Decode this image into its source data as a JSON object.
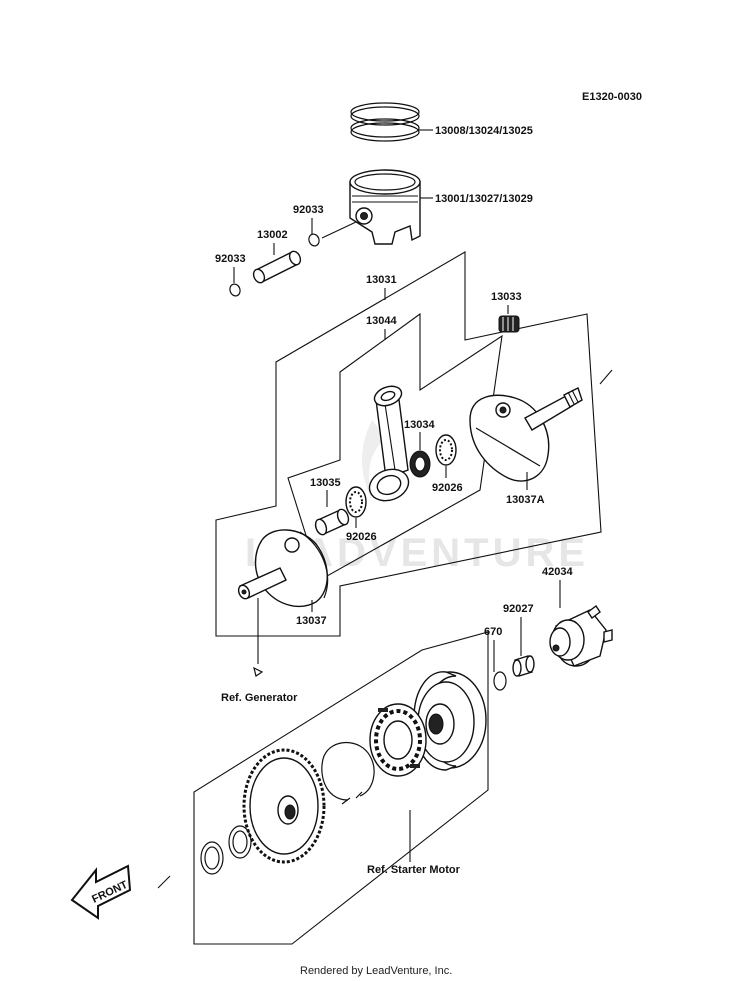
{
  "diagram_code": "E1320-0030",
  "labels": {
    "rings": "13008/13024/13025",
    "piston": "13001/13027/13029",
    "clip_upper": "92033",
    "pin": "13002",
    "clip_lower": "92033",
    "crank_assy": "13031",
    "rod_assy": "13044",
    "bearing_small": "13033",
    "needle_bearing": "13034",
    "washer_right": "92026",
    "crank_right": "13037A",
    "crank_pin": "13035",
    "washer_left": "92026",
    "crank_left": "13037",
    "ref_generator": "Ref. Generator",
    "clutch": "42034",
    "collar": "92027",
    "oring": "670",
    "ref_starter": "Ref. Starter Motor",
    "front": "FRONT"
  },
  "watermark": "LEADVENTURE",
  "footer": "Rendered by LeadVenture, Inc."
}
